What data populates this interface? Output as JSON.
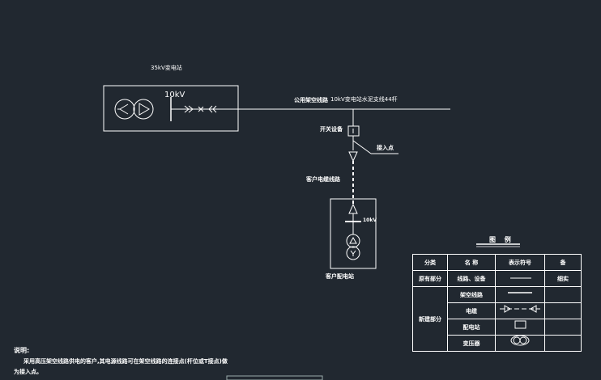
{
  "substation": {
    "title": "35kV变电站",
    "bus_label": "10kV"
  },
  "line": {
    "category": "公用架空线路",
    "name": "10kV变电站水泥支线44杆"
  },
  "switch_label": "开关设备",
  "access_point_label": "接入点",
  "customer_line_label": "客户电缆线路",
  "customer_station": {
    "voltage_label": "10kV",
    "name": "客户配电站"
  },
  "legend": {
    "title": "图 例",
    "headers": [
      "分类",
      "名 称",
      "表示符号",
      "备"
    ],
    "rows": [
      {
        "category": "原有部分",
        "name": "线路、设备",
        "symbol": "solid-line",
        "note": "细实"
      },
      {
        "category": "",
        "name": "架空线路",
        "symbol": "solid-line-thick",
        "note": ""
      },
      {
        "category": "新建部分",
        "name": "电缆",
        "symbol": "cable-symbol",
        "note": ""
      },
      {
        "category": "",
        "name": "配电站",
        "symbol": "box-symbol",
        "note": ""
      },
      {
        "category": "",
        "name": "变压器",
        "symbol": "transformer-symbol",
        "note": ""
      }
    ]
  },
  "notes": {
    "title": "说明:",
    "line1": "采用高压架空线路供电的客户,其电源线路可在架空线路的连接点(杆位或T接点)做",
    "line2": "为接入点。"
  },
  "colors": {
    "background": "#212830",
    "lines": "#ffffff"
  }
}
